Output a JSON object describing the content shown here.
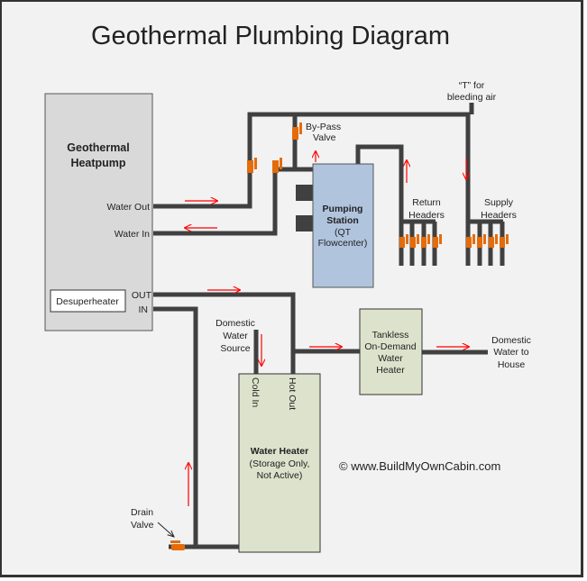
{
  "title": "Geothermal Plumbing Diagram",
  "colors": {
    "background": "#f2f2f2",
    "pipe": "#404040",
    "valve": "#e46c0a",
    "flow_arrow": "#ff0000",
    "heatpump_fill": "#d9d9d9",
    "pumping_station_fill": "#b0c4de",
    "water_heater_fill": "#dde2cc"
  },
  "heatpump": {
    "title_line1": "Geothermal",
    "title_line2": "Heatpump",
    "water_out": "Water Out",
    "water_in": "Water In",
    "desuperheater": "Desuperheater",
    "out_label": "OUT",
    "in_label": "IN"
  },
  "bypass_valve": {
    "line1": "By-Pass",
    "line2": "Valve"
  },
  "pumping_station": {
    "line1": "Pumping",
    "line2": "Station",
    "line3": "(QT",
    "line4": "Flowcenter)"
  },
  "bleed_tee": {
    "line1": "“T” for",
    "line2": "bleeding air"
  },
  "return_headers": {
    "line1": "Return",
    "line2": "Headers"
  },
  "supply_headers": {
    "line1": "Supply",
    "line2": "Headers"
  },
  "domestic_source": {
    "line1": "Domestic",
    "line2": "Water",
    "line3": "Source"
  },
  "water_heater": {
    "cold_in": "Cold In",
    "hot_out": "Hot Out",
    "title": "Water Heater",
    "sub1": "(Storage Only,",
    "sub2": "Not Active)"
  },
  "tankless": {
    "line1": "Tankless",
    "line2": "On-Demand",
    "line3": "Water",
    "line4": "Heater"
  },
  "domestic_house": {
    "line1": "Domestic",
    "line2": "Water to",
    "line3": "House"
  },
  "drain_valve": {
    "line1": "Drain",
    "line2": "Valve"
  },
  "copyright": "© www.BuildMyOwnCabin.com"
}
